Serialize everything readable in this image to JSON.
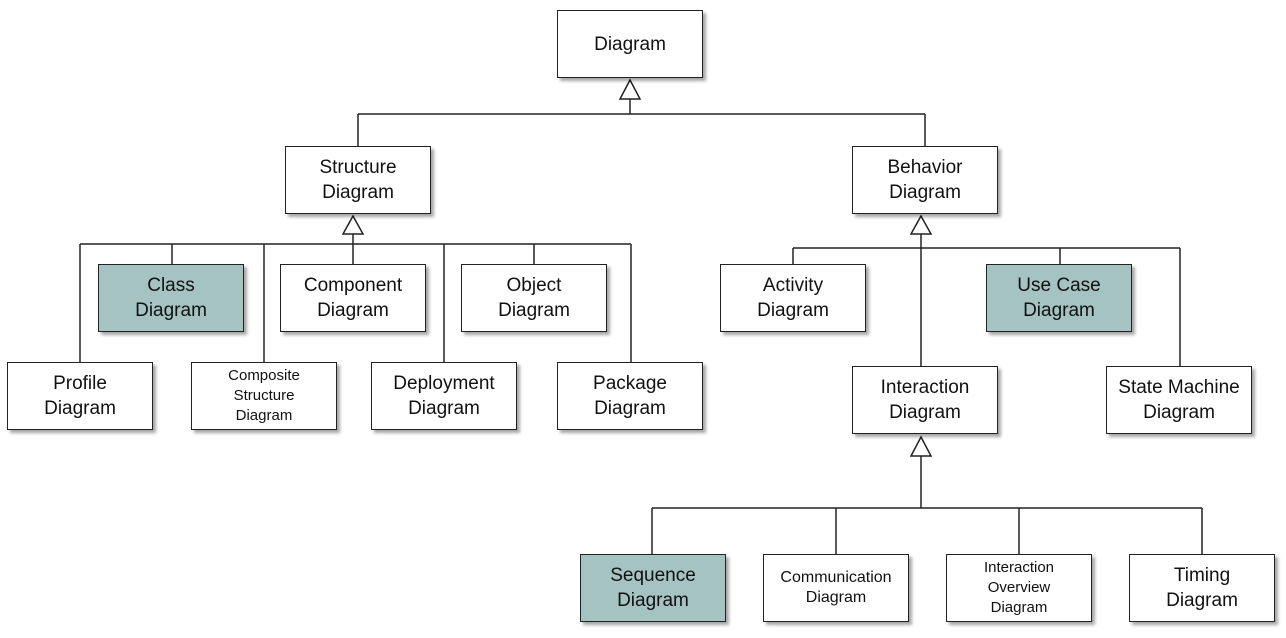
{
  "diagram": {
    "root": "Diagram",
    "structure": {
      "label": "Structure\nDiagram",
      "children": {
        "class": "Class\nDiagram",
        "component": "Component\nDiagram",
        "object": "Object\nDiagram",
        "profile": "Profile\nDiagram",
        "composite": "Composite\nStructure\nDiagram",
        "deployment": "Deployment\nDiagram",
        "package": "Package\nDiagram"
      }
    },
    "behavior": {
      "label": "Behavior\nDiagram",
      "children": {
        "activity": "Activity\nDiagram",
        "usecase": "Use Case\nDiagram",
        "statemachine": "State Machine\nDiagram"
      },
      "interaction": {
        "label": "Interaction\nDiagram",
        "children": {
          "sequence": "Sequence\nDiagram",
          "communication": "Communication\nDiagram",
          "overview": "Interaction\nOverview\nDiagram",
          "timing": "Timing\nDiagram"
        }
      }
    }
  },
  "colors": {
    "highlight": "#a5c3c1",
    "border": "#222222",
    "line": "#222222"
  }
}
